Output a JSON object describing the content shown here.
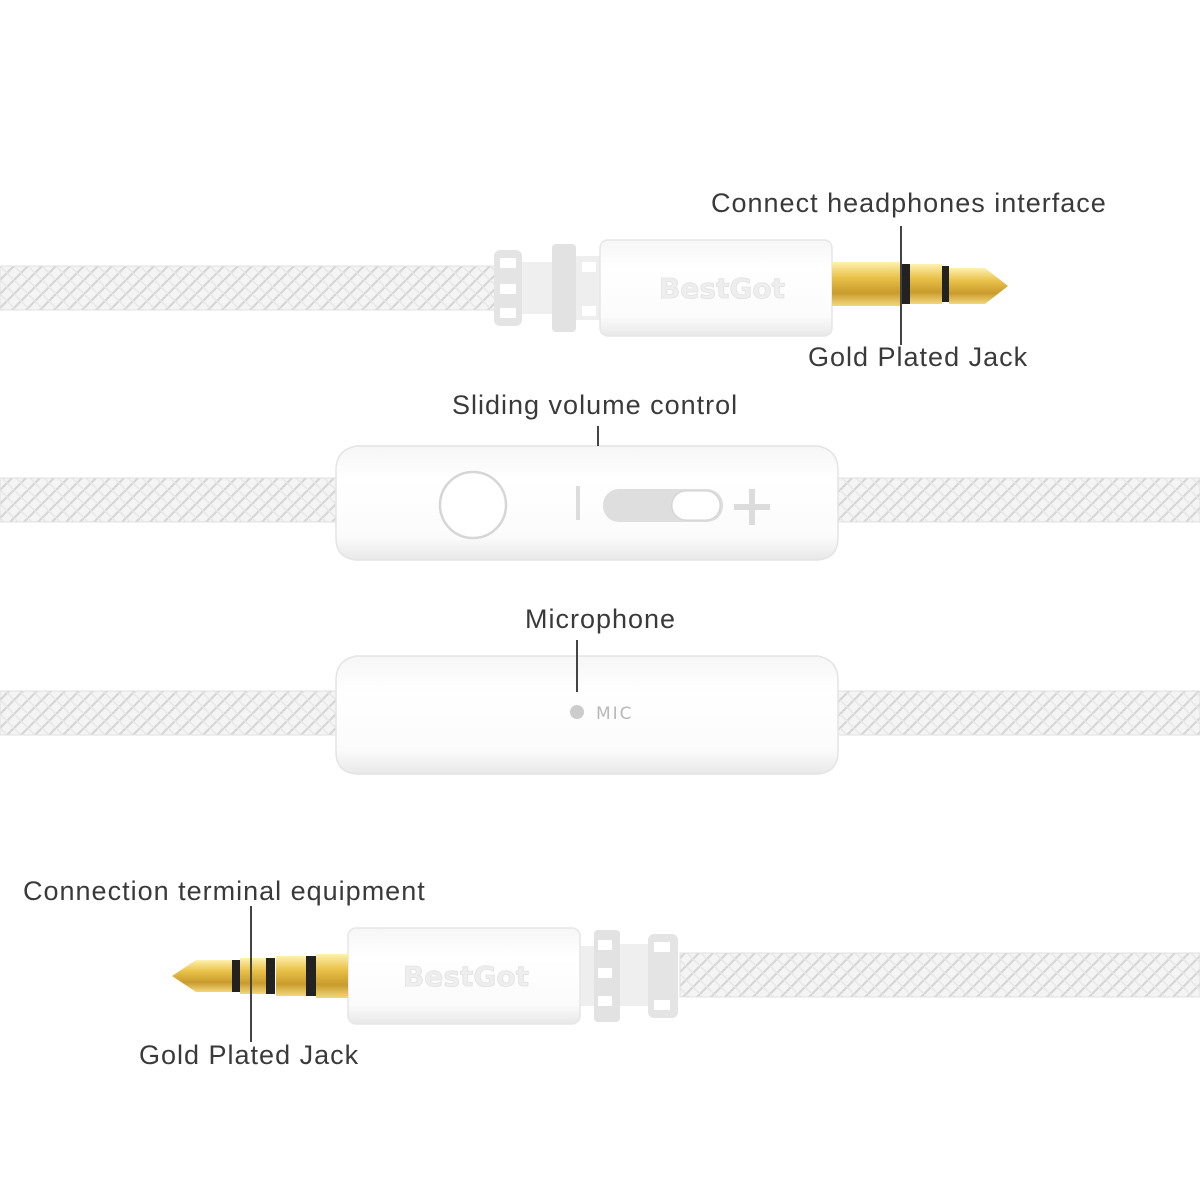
{
  "labels": {
    "top_plug": "Connect headphones interface",
    "top_jack": "Gold Plated Jack",
    "volume": "Sliding volume control",
    "microphone": "Microphone",
    "bottom_plug": "Connection terminal equipment",
    "bottom_jack": "Gold Plated Jack"
  },
  "product": {
    "brand": "BestGot",
    "mic_marking": "MIC",
    "minus_sign": "|",
    "plus_sign": "+"
  },
  "colors": {
    "background": "#ffffff",
    "braid_light": "#f3f3f3",
    "braid_dark": "#d8d8d8",
    "housing": "#ffffff",
    "housing_shade": "#ececec",
    "gold": "#e8c24a",
    "gold_dark": "#b8902a",
    "ring_black": "#222222",
    "label_text": "#3a3a3a"
  }
}
